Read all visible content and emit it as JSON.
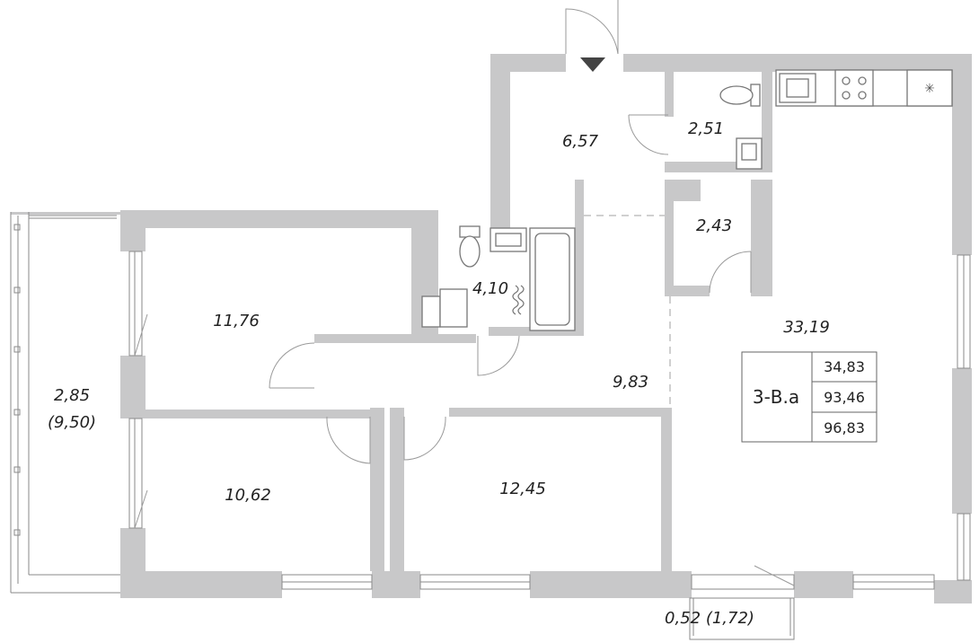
{
  "rooms": {
    "entrance_hall": "6,57",
    "wc": "2,51",
    "storage": "2,43",
    "bathroom": "4,10",
    "bedroom_top_left": "11,76",
    "corridor": "9,83",
    "kitchen_living": "33,19",
    "bedroom_bottom_left": "10,62",
    "bedroom_bottom_middle": "12,45"
  },
  "balcony_left": {
    "area": "2,85",
    "area_full": "(9,50)"
  },
  "balcony_bottom": {
    "label": "0,52 (1,72)"
  },
  "summary": {
    "code": "3-В.а",
    "values": [
      "34,83",
      "93,46",
      "96,83"
    ]
  },
  "colors": {
    "wall": "#c8c8c9",
    "line": "#8a8a8a",
    "text": "#222222"
  }
}
